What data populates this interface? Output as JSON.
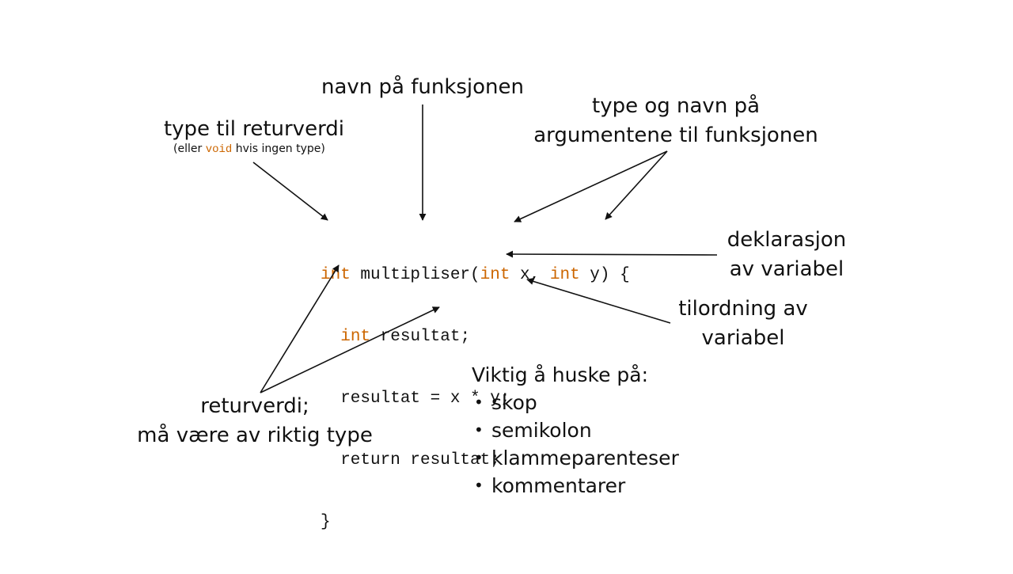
{
  "labels": {
    "function_name": "navn på funksjonen",
    "return_type_title": "type til returverdi",
    "return_type_note_prefix": "(eller",
    "return_type_note_keyword": "void",
    "return_type_note_suffix": "hvis ingen type)",
    "args_line1": "type og navn på",
    "args_line2": "argumentene til funksjonen",
    "declaration_line1": "deklarasjon",
    "declaration_line2": "av variabel",
    "assignment_line1": "tilordning av",
    "assignment_line2": "variabel",
    "return_value_line1": "returverdi;",
    "return_value_line2": "må være av riktig type"
  },
  "code": {
    "line1": {
      "kw1": "int",
      "t1": " multipliser(",
      "kw2": "int",
      "t2": " x, ",
      "kw3": "int",
      "t3": " y) {"
    },
    "line2": {
      "indent": "  ",
      "kw": "int",
      "rest": " resultat;"
    },
    "line3": "  resultat = x * y;",
    "line4": "  return resultat;",
    "line5": "}"
  },
  "tips": {
    "title": "Viktig å huske på:",
    "items": [
      "skop",
      "semikolon",
      "klammeparenteser",
      "kommentarer"
    ]
  },
  "colors": {
    "keyword": "#cc6600",
    "text": "#111111",
    "background": "#ffffff"
  }
}
